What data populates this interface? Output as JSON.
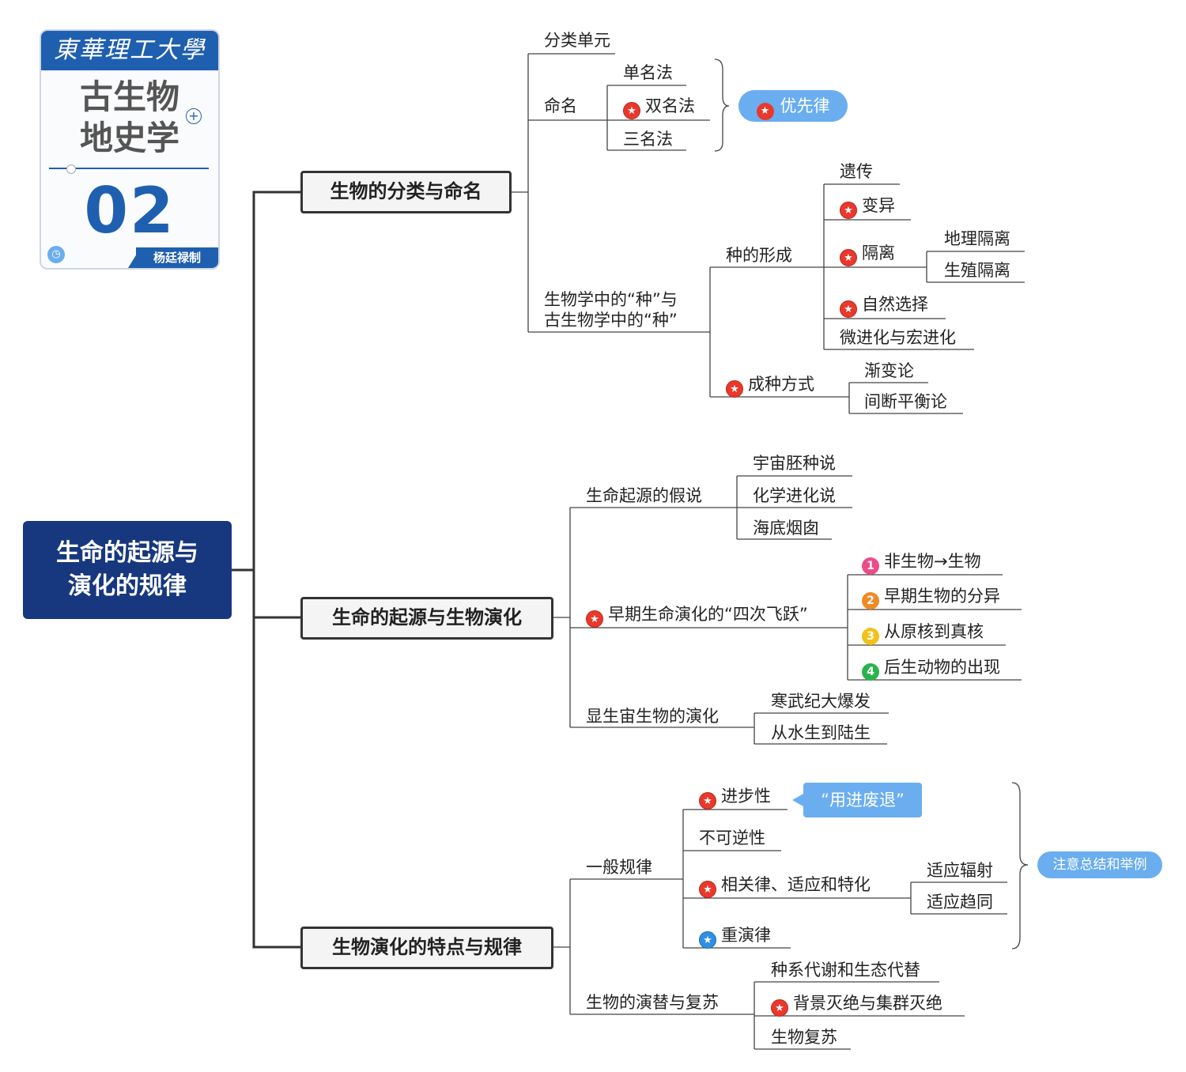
{
  "cover": {
    "university": "東華理工大學",
    "course_title_line1": "古生物",
    "course_title_line2": "地史学",
    "plus": "+",
    "number": "02",
    "author": "杨廷禄制"
  },
  "root": {
    "line1": "生命的起源与",
    "line2": "演化的规律"
  },
  "branches": [
    {
      "label": "生物的分类与命名"
    },
    {
      "label": "生命的起源与生物演化"
    },
    {
      "label": "生物演化的特点与规律"
    }
  ],
  "b1": {
    "unit": "分类单元",
    "naming": "命名",
    "single": "单名法",
    "binomial": "双名法",
    "trinomial": "三名法",
    "priority": "优先律",
    "species_line1": "生物学中的“种”与",
    "species_line2": "古生物学中的“种”",
    "formation": "种的形成",
    "heredity": "遗传",
    "variation": "变异",
    "isolation": "隔离",
    "geo_isolation": "地理隔离",
    "repro_isolation": "生殖隔离",
    "natural_selection": "自然选择",
    "micro_macro": "微进化与宏进化",
    "speciation": "成种方式",
    "gradualism": "渐变论",
    "punctuated": "间断平衡论"
  },
  "b2": {
    "hypotheses": "生命起源的假说",
    "panspermia": "宇宙胚种说",
    "chemical": "化学进化说",
    "vents": "海底烟囱",
    "leaps": "早期生命演化的“四次飞跃”",
    "leap1": "非生物→生物",
    "leap2": "早期生物的分异",
    "leap3": "从原核到真核",
    "leap4": "后生动物的出现",
    "phanerozoic": "显生宙生物的演化",
    "cambrian": "寒武纪大爆发",
    "water_land": "从水生到陆生"
  },
  "b3": {
    "general": "一般规律",
    "progressive": "进步性",
    "use_disuse": "“用进废退”",
    "irreversible": "不可逆性",
    "correlation": "相关律、适应和特化",
    "radiation": "适应辐射",
    "convergence": "适应趋同",
    "recapitulation": "重演律",
    "succession": "生物的演替与复苏",
    "lineage": "种系代谢和生态代替",
    "extinction": "背景灭绝与集群灭绝",
    "recovery": "生物复苏",
    "note": "注意总结和举例"
  },
  "badges": {
    "n1": "1",
    "n2": "2",
    "n3": "3",
    "n4": "4"
  },
  "colors": {
    "root": "#17387e",
    "accent": "#6aaef0",
    "star": "#e8392c",
    "line": "#333333"
  }
}
